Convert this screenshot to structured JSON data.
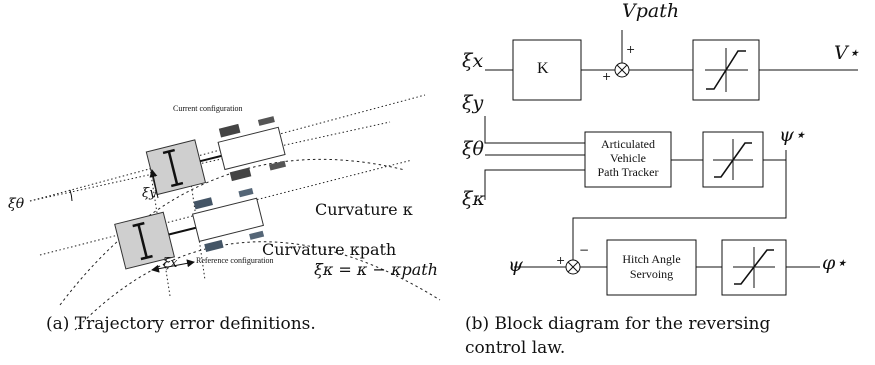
{
  "left_figure": {
    "labels": {
      "current_configuration": "Current configuration",
      "reference_configuration": "Reference configuration",
      "xi_theta": "ξθ",
      "xi_y": "ξy",
      "xi_x": "ξx",
      "curvature_kappa": "Curvature κ",
      "curvature_kappa_path": "Curvature κpath",
      "xi_kappa_eq": "ξκ = κ − κpath"
    },
    "caption": "(a) Trajectory error definitions."
  },
  "right_figure": {
    "inputs": {
      "xi_x": "ξx",
      "xi_y": "ξy",
      "xi_theta": "ξθ",
      "xi_kappa": "ξκ",
      "psi": "ψ",
      "v_path": "Vpath"
    },
    "outputs": {
      "v_star": "V⋆",
      "psi_star": "ψ⋆",
      "phi_star": "φ⋆"
    },
    "blocks": {
      "gain": "K",
      "tracker_line1": "Articulated",
      "tracker_line2": "Vehicle",
      "tracker_line3": "Path Tracker",
      "servo_line1": "Hitch Angle",
      "servo_line2": "Servoing"
    },
    "signs": {
      "plus": "+",
      "minus": "−"
    },
    "caption_line1": "(b) Block diagram for the reversing",
    "caption_line2": "control law."
  }
}
